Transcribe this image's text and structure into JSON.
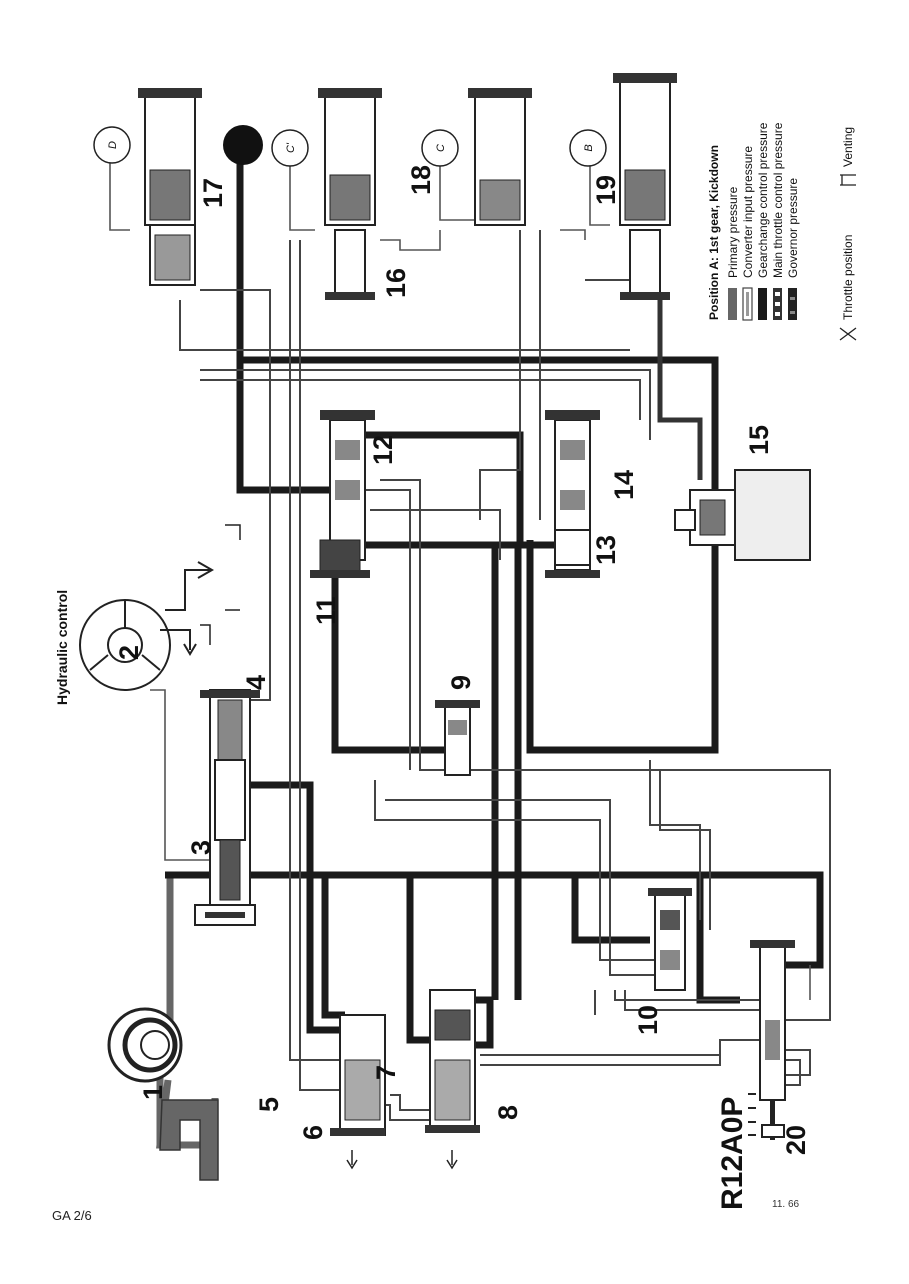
{
  "page": {
    "title": "Hydraulic control",
    "footer_left": "GA 2/6",
    "footer_right": "11. 66"
  },
  "legend": {
    "title": "Position A: 1st gear, Kickdown",
    "items": [
      {
        "label": "Primary pressure",
        "color": "#666666"
      },
      {
        "label": "Converter input pressure",
        "color": "#999999"
      },
      {
        "label": "Gearchange control pressure",
        "color": "#1a1a1a"
      },
      {
        "label": "Main throttle control pressure",
        "color": "#333333"
      },
      {
        "label": "Governor pressure",
        "color": "#222222"
      }
    ],
    "throttle_position": "Throttle position",
    "venting": "Venting"
  },
  "circles": {
    "d": "D",
    "c_prime": "C'",
    "c": "C",
    "b": "B"
  },
  "selector": {
    "positions": "R12A0P"
  },
  "components": {
    "n1": "1",
    "n2": "2",
    "n3": "3",
    "n4": "4",
    "n5": "5",
    "n6": "6",
    "n7": "7",
    "n8": "8",
    "n9": "9",
    "n10": "10",
    "n11": "11",
    "n12": "12",
    "n13": "13",
    "n14": "14",
    "n15": "15",
    "n16": "16",
    "n17": "17",
    "n18": "18",
    "n19": "19",
    "n20": "20"
  }
}
